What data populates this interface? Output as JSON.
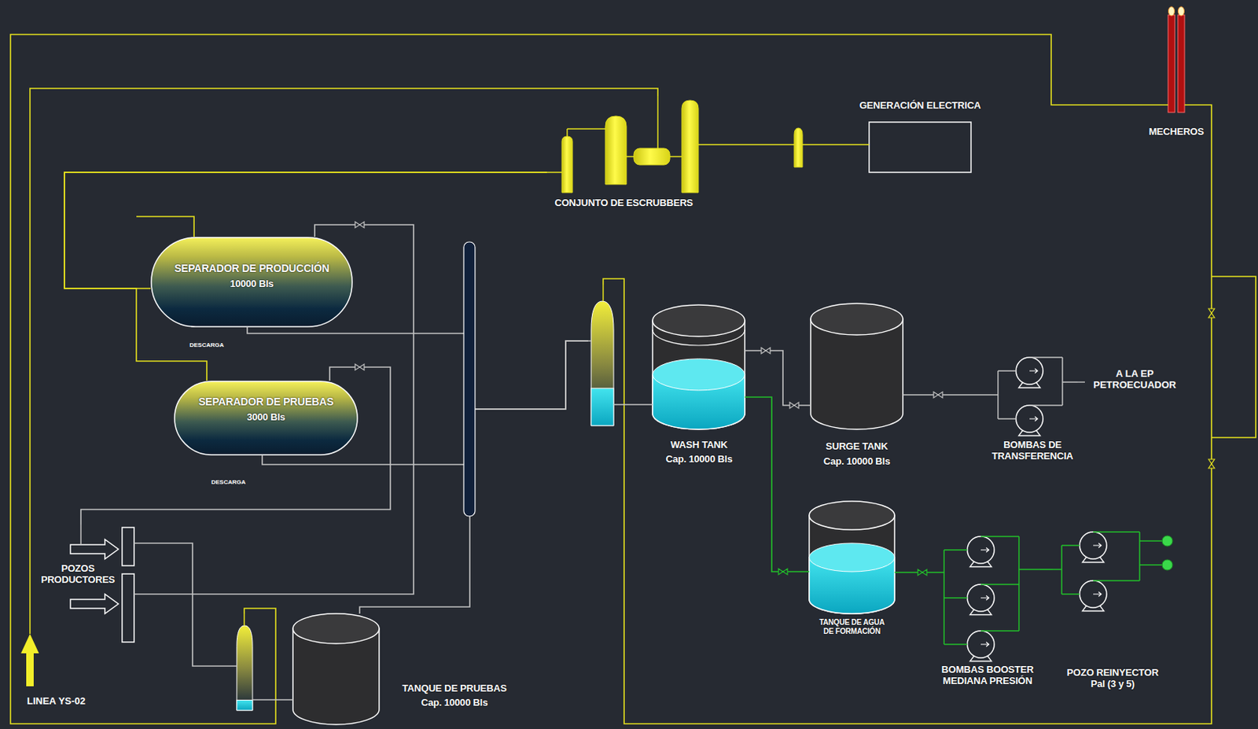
{
  "diagram": {
    "nodes": [
      {
        "text": [
          "CONJUNTO DE ESCRUBBERS"
        ]
      },
      {
        "text": [
          "GENERACIÓN ELECTRICA"
        ]
      },
      {
        "text": [
          "MECHEROS"
        ]
      },
      {
        "text": [
          "SEPARADOR DE PRODUCCIÓN",
          "10000 Bls"
        ]
      },
      {
        "text": [
          "WASH TANK",
          "Cap. 10000 Bls"
        ]
      },
      {
        "text": [
          "SURGE TANK",
          "Cap. 10000 Bls"
        ]
      },
      {
        "text": [
          "BOMBAS DE TRANSFERENCIA"
        ]
      },
      {
        "text": [
          "SEPARADOR DE PRUEBAS",
          "3000 Bls"
        ]
      },
      {
        "text": [
          "TANQUE DE AGUA DE FORMACIÓN"
        ]
      },
      {
        "text": [
          "POZOS PRODUCTORES"
        ]
      },
      {
        "text": [
          "BOMBAS BOOSTER MEDIANA PRESIÓN"
        ]
      },
      {
        "text": [
          "POZO REINYECTOR Pal (3 y 5)"
        ]
      },
      {
        "text": [
          "TANQUE DE PRUEBAS",
          "Cap. 10000 Bls"
        ]
      }
    ],
    "edges": [
      {
        "from": 9,
        "to": 3,
        "arrow": "none"
      },
      {
        "from": 9,
        "to": 7,
        "arrow": "none"
      },
      {
        "from": 9,
        "to": 12,
        "arrow": "none"
      },
      {
        "from": 3,
        "to": 4,
        "arrow": "none"
      },
      {
        "from": 7,
        "to": 4,
        "arrow": "none"
      },
      {
        "from": 12,
        "to": 4,
        "arrow": "none"
      },
      {
        "from": 3,
        "to": 0,
        "arrow": "none"
      },
      {
        "from": 7,
        "to": 0,
        "arrow": "none"
      },
      {
        "from": 0,
        "to": 1,
        "arrow": "none"
      },
      {
        "from": 12,
        "to": 2,
        "arrow": "none"
      },
      {
        "from": 4,
        "to": 2,
        "arrow": "none"
      },
      {
        "from": 4,
        "to": 5,
        "arrow": "none"
      },
      {
        "from": 4,
        "to": 8,
        "arrow": "none"
      },
      {
        "from": 5,
        "to": 6,
        "arrow": "none"
      },
      {
        "from": 8,
        "to": 10,
        "arrow": "none"
      },
      {
        "from": 10,
        "to": 11,
        "arrow": "none"
      }
    ],
    "labels": [
      "DESCARGA",
      "DESCARGA",
      "LINEA YS-02",
      "A LA EP PETROECUADOR"
    ]
  }
}
